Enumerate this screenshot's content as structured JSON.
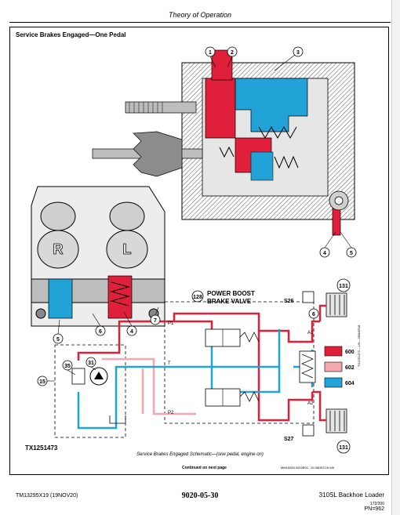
{
  "header": {
    "title": "Theory of Operation"
  },
  "figure": {
    "title": "Service Brakes Engaged—One Pedal",
    "id": "TX1251473",
    "caption": "Service Brakes Engaged Schematic—(one pedal, engine on)",
    "continued": "Continued on next page",
    "reference": "MM16284.0002B0C -19-06DEC19-6/6",
    "side_reference": "TX1251473 —UN—28MAR18",
    "valve_callout": "128",
    "valve_name_line1": "POWER BOOST",
    "valve_name_line2": "BRAKE VALVE",
    "port_labels": {
      "p1": "P1",
      "p2": "P2",
      "t": "T",
      "a1": "A1",
      "a2": "A2"
    },
    "switch_labels": {
      "s26": "S26",
      "s27": "S27"
    },
    "callouts": {
      "c1": "1",
      "c2": "2",
      "c3": "3",
      "c4": "4",
      "c5": "5",
      "c4b": "4",
      "c5b": "5",
      "c6": "6",
      "c6b": "6",
      "c7": "7",
      "c15": "15",
      "c31": "31",
      "c35": "35",
      "c131a": "131",
      "c131b": "131"
    },
    "pedal_letters": {
      "left": "R",
      "right": "L"
    },
    "legend": [
      {
        "code": "600",
        "color": "#e0203a"
      },
      {
        "code": "602",
        "color": "#f4a7b0"
      },
      {
        "code": "604",
        "color": "#21a3d8"
      }
    ]
  },
  "footer": {
    "manual": "TM13295X19 (19NOV20)",
    "page_code": "9020-05-30",
    "machine": "310SL Backhoe Loader",
    "small_code": "172/200",
    "pn": "PN=962"
  },
  "colors": {
    "pressure": "#e0203a",
    "reduced": "#f4a7b0",
    "return": "#21a3d8"
  }
}
